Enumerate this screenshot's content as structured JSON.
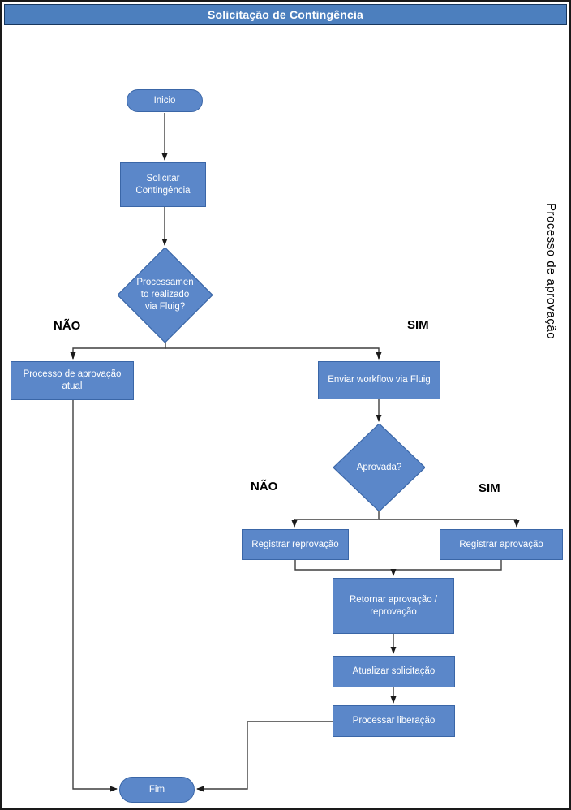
{
  "title": "Solicitação de Contingência",
  "lane": {
    "label": "Processo de aprovação"
  },
  "nodes": {
    "inicio": {
      "type": "start",
      "label": "Inicio"
    },
    "solicitar": {
      "type": "process",
      "label": "Solicitar\nContingência"
    },
    "decision_fluig": {
      "type": "decision",
      "label": "Processamen\nto realizado\nvia Fluig?"
    },
    "processo_atual": {
      "type": "process",
      "label": "Processo de aprovação\natual"
    },
    "enviar_workflow": {
      "type": "process",
      "label": "Enviar workflow via Fluig"
    },
    "decision_aprovada": {
      "type": "decision",
      "label": "Aprovada?"
    },
    "registrar_reprovacao": {
      "type": "process",
      "label": "Registrar reprovação"
    },
    "registrar_aprovacao": {
      "type": "process",
      "label": "Registrar aprovação"
    },
    "retornar": {
      "type": "process",
      "label": "Retornar aprovação /\nreprovação"
    },
    "atualizar": {
      "type": "process",
      "label": "Atualizar solicitação"
    },
    "processar": {
      "type": "process",
      "label": "Processar liberação"
    },
    "fim": {
      "type": "end",
      "label": "Fim"
    }
  },
  "branch_labels": {
    "fluig_no": "NÃO",
    "fluig_yes": "SIM",
    "aprovada_no": "NÃO",
    "aprovada_yes": "SIM"
  },
  "edges": [
    {
      "from": "inicio",
      "to": "solicitar"
    },
    {
      "from": "solicitar",
      "to": "decision_fluig"
    },
    {
      "from": "decision_fluig",
      "to": "processo_atual",
      "label": "NÃO"
    },
    {
      "from": "decision_fluig",
      "to": "enviar_workflow",
      "label": "SIM"
    },
    {
      "from": "enviar_workflow",
      "to": "decision_aprovada"
    },
    {
      "from": "decision_aprovada",
      "to": "registrar_reprovacao",
      "label": "NÃO"
    },
    {
      "from": "decision_aprovada",
      "to": "registrar_aprovacao",
      "label": "SIM"
    },
    {
      "from": "registrar_reprovacao",
      "to": "retornar"
    },
    {
      "from": "registrar_aprovacao",
      "to": "retornar"
    },
    {
      "from": "retornar",
      "to": "atualizar"
    },
    {
      "from": "atualizar",
      "to": "processar"
    },
    {
      "from": "processar",
      "to": "fim"
    },
    {
      "from": "processo_atual",
      "to": "fim"
    }
  ],
  "colors": {
    "title-fill": "#4C7FBE",
    "title-border": "#17375E",
    "shape-fill": "#5B87C9",
    "shape-border": "#3A66A7",
    "shape-text": "#FFFFFF",
    "line-color": "#3F3F3F",
    "label-color": "#000000",
    "page-bg": "#FFFFFF"
  }
}
